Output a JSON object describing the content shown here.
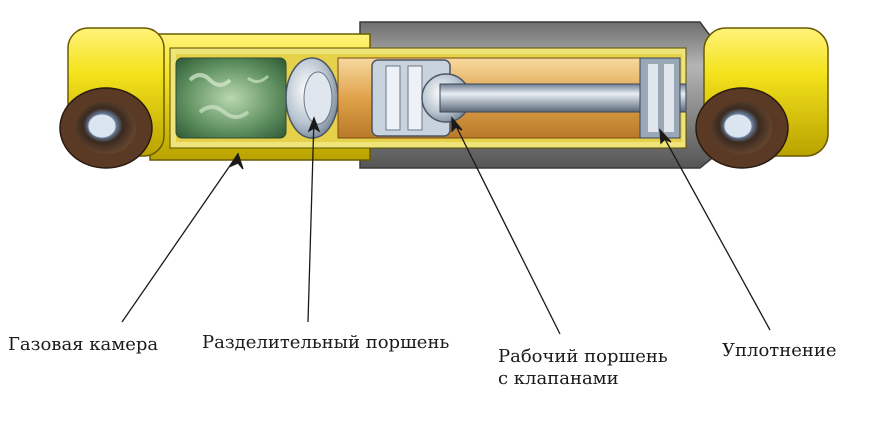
{
  "labels": {
    "gas_chamber": "Газовая камера",
    "separating_piston": "Разделительный поршень",
    "working_piston_line1": "Рабочий поршень",
    "working_piston_line2": "с клапанами",
    "seal": "Уплотнение"
  },
  "colors": {
    "housing_yellow": "#f2e21a",
    "housing_yellow_dark": "#c9b400",
    "cylinder_gray": "#8a8a8a",
    "bushing_brown": "#5a3a24",
    "oil_orange": "#e0a84a",
    "gas_green": "#5a8a5a",
    "rod_steel": "#b8c4d0"
  }
}
